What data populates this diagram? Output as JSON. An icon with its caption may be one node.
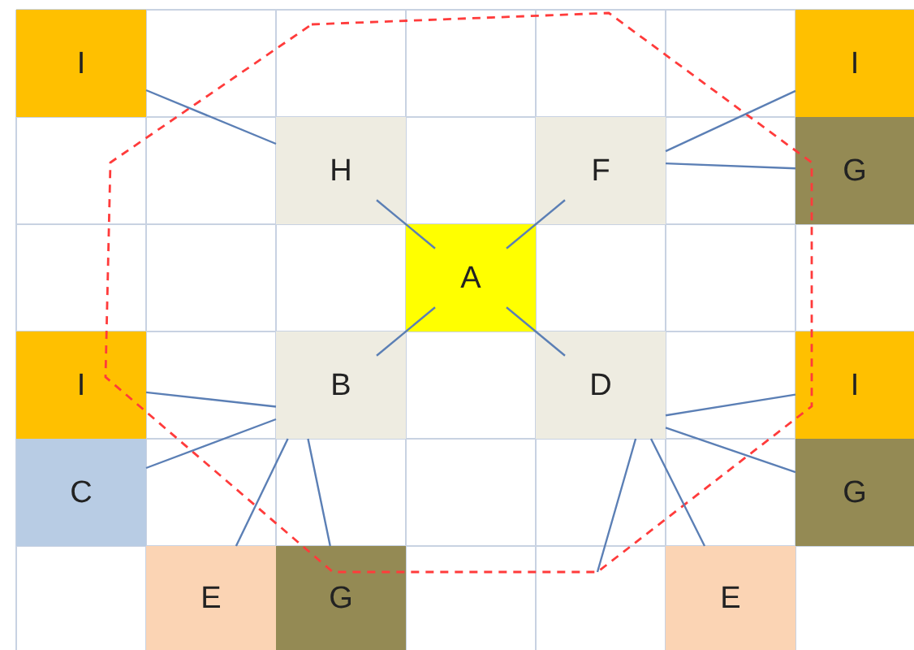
{
  "diagram": {
    "nodes": [
      {
        "text": [
          "I"
        ]
      },
      {
        "text": [
          "I"
        ]
      },
      {
        "text": [
          "H"
        ]
      },
      {
        "text": [
          "F"
        ]
      },
      {
        "text": [
          "G"
        ]
      },
      {
        "text": [
          "A"
        ]
      },
      {
        "text": [
          "I"
        ]
      },
      {
        "text": [
          "B"
        ]
      },
      {
        "text": [
          "D"
        ]
      },
      {
        "text": [
          "I"
        ]
      },
      {
        "text": [
          "C"
        ]
      },
      {
        "text": [
          "G"
        ]
      },
      {
        "text": [
          "E"
        ]
      },
      {
        "text": [
          "G"
        ]
      },
      {
        "text": [
          "E"
        ]
      }
    ],
    "edges": [
      {
        "from": 0,
        "to": 2,
        "arrow": "none"
      },
      {
        "from": 2,
        "to": 5,
        "arrow": "none"
      },
      {
        "from": 3,
        "to": 5,
        "arrow": "none"
      },
      {
        "from": 3,
        "to": 1,
        "arrow": "none"
      },
      {
        "from": 3,
        "to": 4,
        "arrow": "none"
      },
      {
        "from": 7,
        "to": 5,
        "arrow": "none"
      },
      {
        "from": 8,
        "to": 5,
        "arrow": "none"
      },
      {
        "from": 7,
        "to": 6,
        "arrow": "none"
      },
      {
        "from": 7,
        "to": 10,
        "arrow": "none"
      },
      {
        "from": 7,
        "to": 12,
        "arrow": "none"
      },
      {
        "from": 7,
        "to": 13,
        "arrow": "none"
      },
      {
        "from": 8,
        "to": 9,
        "arrow": "none"
      },
      {
        "from": 8,
        "to": 11,
        "arrow": "none"
      },
      {
        "from": 8,
        "to": 14,
        "arrow": "none"
      },
      {
        "from": 8,
        "to": null,
        "arrow": "none"
      }
    ]
  }
}
